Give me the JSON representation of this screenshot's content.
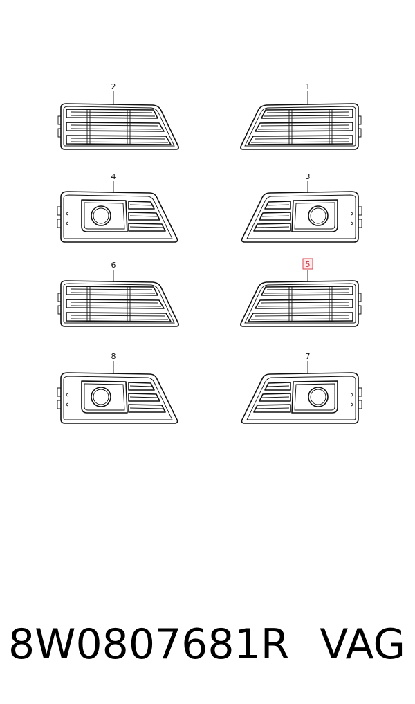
{
  "parts": [
    {
      "number": "2",
      "type": "slats"
    },
    {
      "number": "1",
      "type": "slats"
    },
    {
      "number": "4",
      "type": "foglamp"
    },
    {
      "number": "3",
      "type": "foglamp"
    },
    {
      "number": "6",
      "type": "slats"
    },
    {
      "number": "5",
      "type": "slats",
      "highlighted": true
    },
    {
      "number": "8",
      "type": "foglamp"
    },
    {
      "number": "7",
      "type": "foglamp"
    }
  ],
  "footer": {
    "part_code": "8W0807681R",
    "brand": "VAG"
  },
  "colors": {
    "line": "#111111",
    "highlight_stroke": "#d9434f",
    "highlight_fill": "#fde8ea"
  }
}
